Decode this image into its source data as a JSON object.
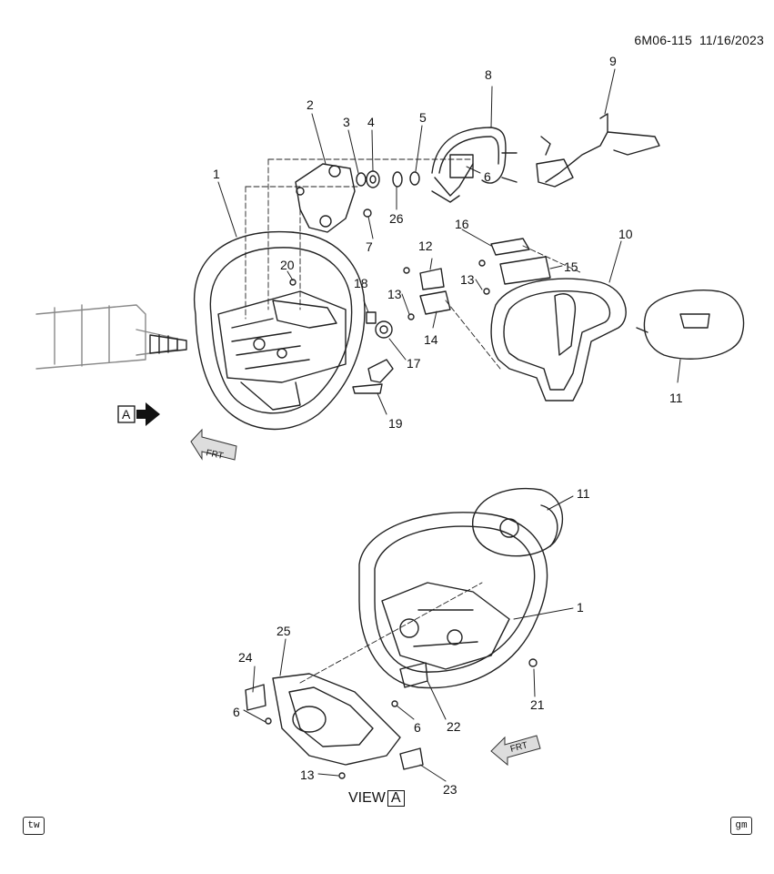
{
  "header": {
    "diagram_id": "6M06-115",
    "date": "11/16/2023"
  },
  "callouts": {
    "c1": "1",
    "c2": "2",
    "c3": "3",
    "c4": "4",
    "c5": "5",
    "c6a": "6",
    "c7": "7",
    "c8": "8",
    "c9": "9",
    "c10": "10",
    "c11a": "11",
    "c12": "12",
    "c13a": "13",
    "c13b": "13",
    "c14": "14",
    "c15": "15",
    "c16": "16",
    "c17": "17",
    "c18": "18",
    "c19": "19",
    "c20": "20",
    "c26": "26",
    "c11b": "11",
    "c1b": "1",
    "c21": "21",
    "c22": "22",
    "c23": "23",
    "c24": "24",
    "c25": "25",
    "c6b": "6",
    "c6c": "6",
    "c13c": "13"
  },
  "view_marker": {
    "letter": "A"
  },
  "direction_marks": {
    "frt1": "FRT",
    "frt2": "FRT"
  },
  "view_label": {
    "prefix": "VIEW",
    "letter": "A"
  },
  "footer": {
    "left_badge": "tw",
    "right_badge": "gm"
  }
}
